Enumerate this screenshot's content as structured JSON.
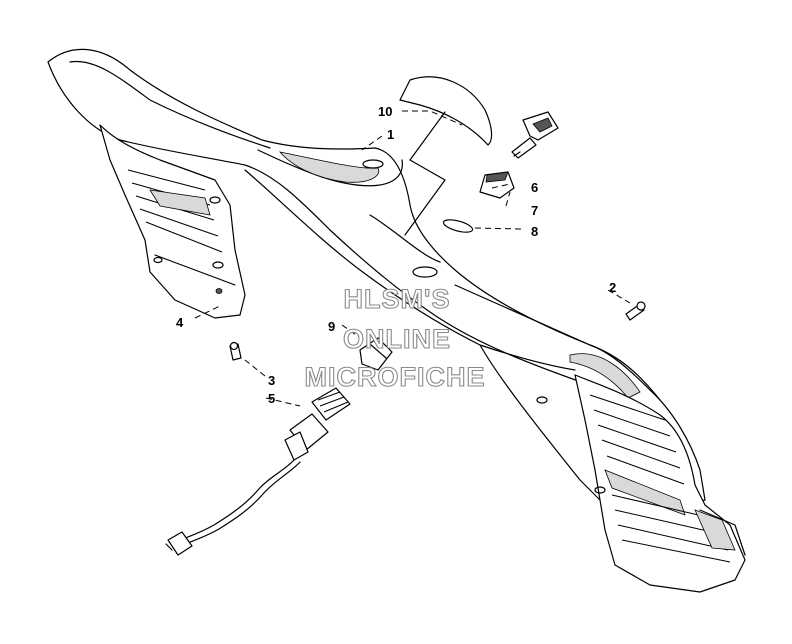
{
  "callouts": [
    {
      "id": "c1",
      "label": "1"
    },
    {
      "id": "c2",
      "label": "2"
    },
    {
      "id": "c3",
      "label": "3"
    },
    {
      "id": "c4",
      "label": "4"
    },
    {
      "id": "c5",
      "label": "5"
    },
    {
      "id": "c6",
      "label": "6"
    },
    {
      "id": "c7",
      "label": "7"
    },
    {
      "id": "c8",
      "label": "8"
    },
    {
      "id": "c9",
      "label": "9"
    },
    {
      "id": "c10",
      "label": "10"
    }
  ],
  "watermark": {
    "line1": "HLSM'S",
    "line2": "ONLINE",
    "line3": "MICROFICHE"
  }
}
